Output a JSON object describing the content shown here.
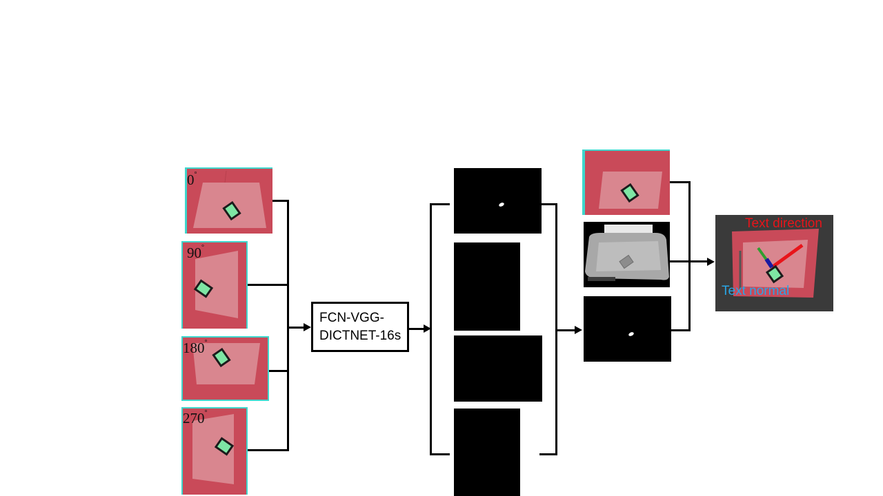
{
  "rotations": [
    {
      "angle": "0",
      "unit": "°"
    },
    {
      "angle": "90",
      "unit": "°"
    },
    {
      "angle": "180",
      "unit": "°"
    },
    {
      "angle": "270",
      "unit": "°"
    }
  ],
  "network": {
    "line1": "FCN-VGG-",
    "line2": "DICTNET-16s"
  },
  "output": {
    "direction_label": "Text direction",
    "normal_label": "Text normal"
  },
  "colors": {
    "bin_red": "#cf4d5c",
    "bin_floor": "#d8868f",
    "corner_teal": "#3fd6cc",
    "direction_text": "#e8141a",
    "normal_text": "#2aa6e6",
    "output_bg": "#3a3a3a"
  }
}
